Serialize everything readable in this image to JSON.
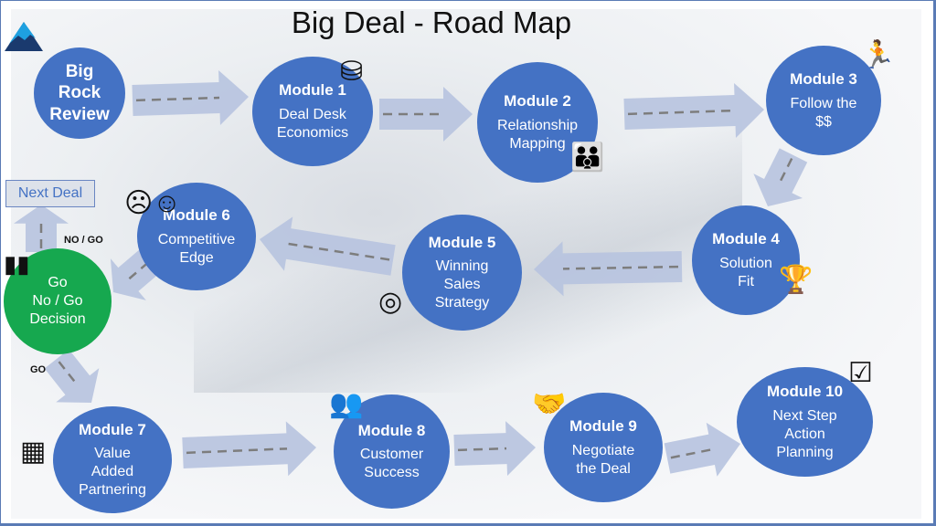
{
  "title": "Big Deal - Road Map",
  "start": {
    "lines": [
      "Big",
      "Rock",
      "Review"
    ]
  },
  "modules": [
    {
      "heading": "Module 1",
      "text": [
        "Deal Desk",
        "Economics"
      ],
      "icon": "coins-icon"
    },
    {
      "heading": "Module 2",
      "text": [
        "Relationship",
        "Mapping"
      ],
      "icon": "people-group-icon"
    },
    {
      "heading": "Module 3",
      "text": [
        "Follow the",
        "$$"
      ],
      "icon": "sprinter-icon"
    },
    {
      "heading": "Module 4",
      "text": [
        "Solution",
        "Fit"
      ],
      "icon": "podium-icon"
    },
    {
      "heading": "Module 5",
      "text": [
        "Winning",
        "Sales",
        "Strategy"
      ],
      "icon": "target-icon"
    },
    {
      "heading": "Module 6",
      "text": [
        "Competitive",
        "Edge"
      ],
      "icon": "theater-masks-icon"
    },
    {
      "heading": "Module 7",
      "text": [
        "Value",
        "Added",
        "Partnering"
      ],
      "icon": "strategy-board-icon"
    },
    {
      "heading": "Module 8",
      "text": [
        "Customer",
        "Success"
      ],
      "icon": "team-icon"
    },
    {
      "heading": "Module 9",
      "text": [
        "Negotiate",
        "the Deal"
      ],
      "icon": "handshake-icon"
    },
    {
      "heading": "Module 10",
      "text": [
        "Next Step",
        "Action",
        "Planning"
      ],
      "icon": "checklist-icon"
    }
  ],
  "decision": {
    "lines": [
      "Go",
      "No / Go",
      "Decision"
    ],
    "icon": "footprints-icon"
  },
  "labels": {
    "nogo": "NO / GO",
    "go": "GO"
  },
  "next_deal": "Next Deal",
  "colors": {
    "module": "#4472c4",
    "decision": "#16a84f",
    "arrow": "#b7c3df"
  }
}
